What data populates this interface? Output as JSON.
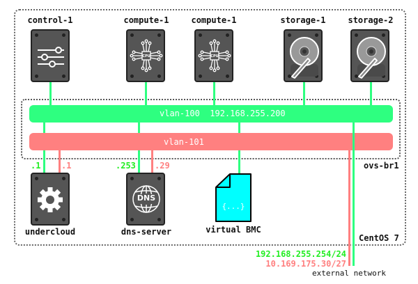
{
  "host": {
    "label": "CentOS 7"
  },
  "bridge": {
    "label": "ovs-br1"
  },
  "vlans": [
    {
      "name": "vlan-100",
      "address": "192.168.255.200",
      "color": "#2eff80"
    },
    {
      "name": "vlan-101",
      "address": "",
      "color": "#ff8080"
    }
  ],
  "top_nodes": [
    {
      "label": "control-1",
      "icon": "sliders-icon"
    },
    {
      "label": "compute-1",
      "icon": "cpu-icon"
    },
    {
      "label": "compute-1",
      "icon": "cpu-icon"
    },
    {
      "label": "storage-1",
      "icon": "hard-disk-icon"
    },
    {
      "label": "storage-2",
      "icon": "hard-disk-icon"
    }
  ],
  "bottom_nodes": [
    {
      "label": "undercloud",
      "icon": "gear-icon",
      "ip_vlan100": ".1",
      "ip_vlan101": ".1"
    },
    {
      "label": "dns-server",
      "icon": "dns-globe-icon",
      "dns_text": "DNS",
      "ip_vlan100": ".253",
      "ip_vlan101": ".29"
    },
    {
      "label": "virtual BMC",
      "icon": "json-file-icon",
      "file_text": "{...}"
    }
  ],
  "external": {
    "label": "external network",
    "ip_vlan100": "192.168.255.254/24",
    "ip_vlan101": "10.169.175.30/27"
  },
  "colors": {
    "vlan100": "#2eff80",
    "vlan101": "#ff8080",
    "ip_green_text": "#22ee22",
    "server_body": "#555555",
    "file_fill": "#00ffff"
  }
}
